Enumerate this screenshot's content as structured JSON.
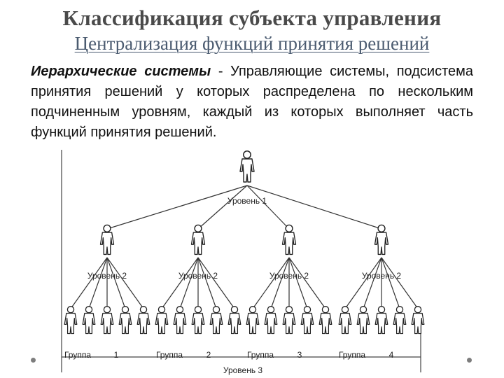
{
  "title": "Классификация субъекта управления",
  "subtitle": "Централизация функций принятия решений",
  "paragraph": {
    "term": "Иерархические системы",
    "text": " - Управляющие системы, подсистема принятия решений у которых распределена по нескольким подчиненным уровням, каждый из которых выполняет часть функций принятия решений."
  },
  "diagram": {
    "level1_label": "Уровень 1",
    "level2_label": "Уровень 2",
    "level3_label": "Уровень 3",
    "group_word": "Группа",
    "group_numbers": [
      "1",
      "2",
      "3",
      "4"
    ],
    "managers_level2": 4,
    "members_per_group": 5
  }
}
